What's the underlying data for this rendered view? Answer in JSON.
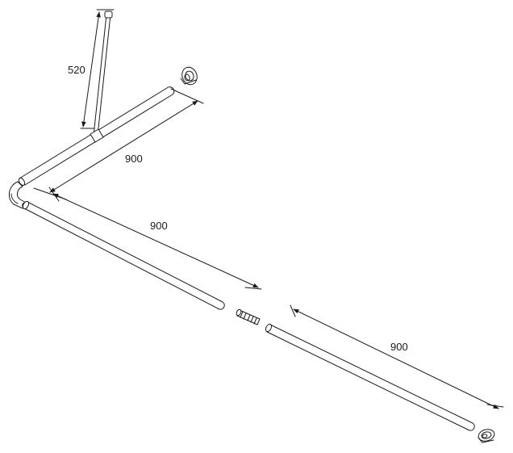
{
  "dimensions": {
    "vertical_rod": "520",
    "back_rail": "900",
    "front_rail": "900",
    "right_rail": "900"
  },
  "colors": {
    "line": "#1a1a1a",
    "tube_fill": "#ffffff",
    "background": "#ffffff"
  }
}
